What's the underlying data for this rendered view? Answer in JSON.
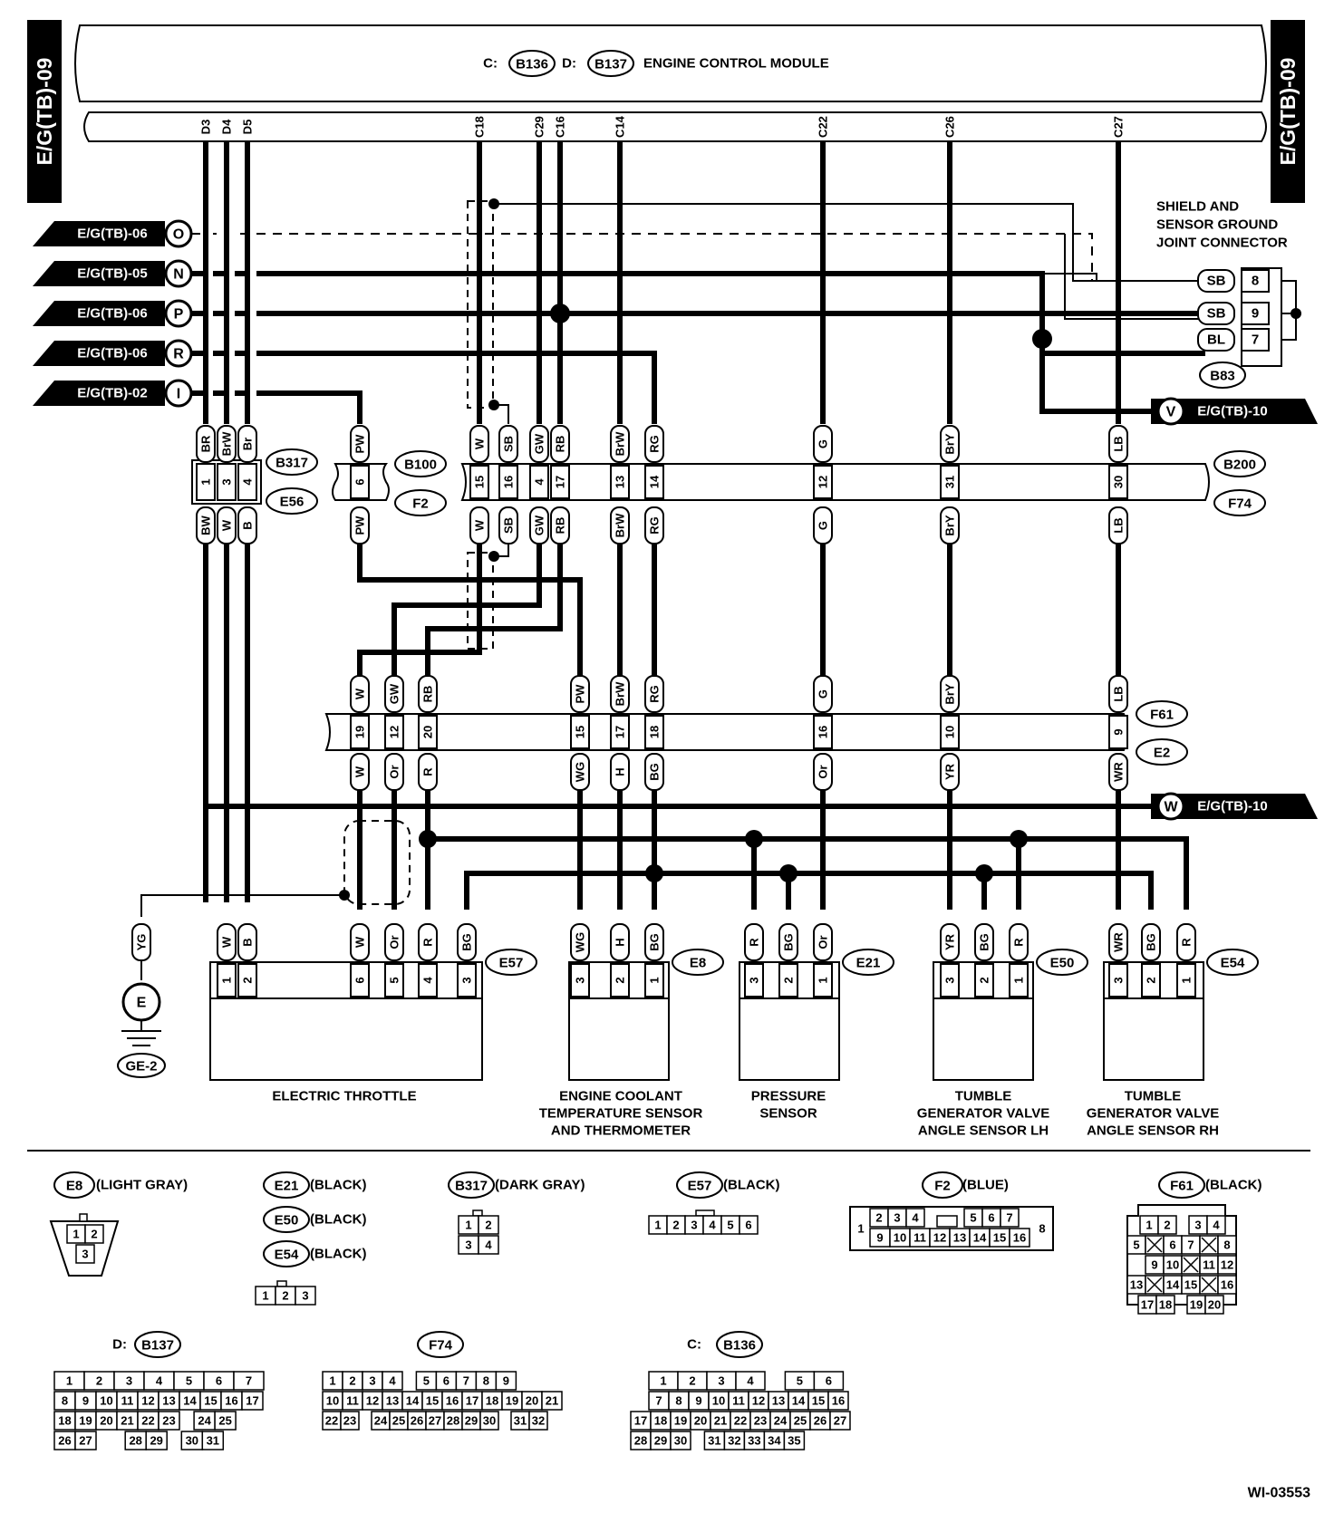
{
  "page_tab": "E/G(TB)-09",
  "ecm": {
    "prefix_c": "C:",
    "conn_c": "B136",
    "prefix_d": "D:",
    "conn_d": "B137",
    "title": "ENGINE CONTROL MODULE"
  },
  "ecm_pins": [
    "D3",
    "D4",
    "D5",
    "C18",
    "C29",
    "C16",
    "C14",
    "C22",
    "C26",
    "C27"
  ],
  "wire_colors_top": [
    "BR",
    "BrW",
    "Br",
    "W",
    "GW",
    "RB",
    "BrW",
    "G",
    "BrY",
    "LB"
  ],
  "left_refs": [
    {
      "page": "E/G(TB)-06",
      "letter": "O"
    },
    {
      "page": "E/G(TB)-05",
      "letter": "N"
    },
    {
      "page": "E/G(TB)-06",
      "letter": "P"
    },
    {
      "page": "E/G(TB)-06",
      "letter": "R"
    },
    {
      "page": "E/G(TB)-02",
      "letter": "I"
    }
  ],
  "right_refs": [
    {
      "page": "E/G(TB)-10",
      "letter": "V"
    },
    {
      "page": "E/G(TB)-10",
      "letter": "W"
    }
  ],
  "shield": {
    "title_lines": [
      "SHIELD AND",
      "SENSOR GROUND",
      "JOINT CONNECTOR"
    ],
    "connector": "B83",
    "pins": [
      {
        "color": "SB",
        "pin": "8"
      },
      {
        "color": "SB",
        "pin": "9"
      },
      {
        "color": "BL",
        "pin": "7"
      }
    ]
  },
  "b317": {
    "top": "B317",
    "bottom": "E56",
    "pins": [
      "1",
      "3",
      "4"
    ],
    "up": [
      "BR",
      "BrW",
      "Br"
    ],
    "down": [
      "BW",
      "W",
      "B"
    ]
  },
  "b100": {
    "top": "B100",
    "bottom": "F2",
    "pin": "6",
    "up": "PW",
    "down": "PW"
  },
  "b200": {
    "top": "B200",
    "bottom": "F74",
    "pins": [
      "15",
      "16",
      "4",
      "17",
      "13",
      "14",
      "12",
      "31",
      "30"
    ],
    "up": [
      "W",
      "SB",
      "GW",
      "RB",
      "BrW",
      "RG",
      "G",
      "BrY",
      "LB"
    ],
    "down": [
      "W",
      "SB",
      "GW",
      "RB",
      "BrW",
      "RG",
      "G",
      "BrY",
      "LB"
    ]
  },
  "f61": {
    "top": "F61",
    "bottom": "E2",
    "pins": [
      "19",
      "12",
      "20",
      "15",
      "17",
      "18",
      "16",
      "10",
      "9"
    ],
    "up": [
      "W",
      "GW",
      "RB",
      "PW",
      "BrW",
      "RG",
      "G",
      "BrY",
      "LB"
    ],
    "down": [
      "W",
      "Or",
      "R",
      "WG",
      "H",
      "BG",
      "Or",
      "YR",
      "WR"
    ]
  },
  "ground": {
    "wire": "YG",
    "symbol": "E",
    "label": "GE-2"
  },
  "components": [
    {
      "conn": "E57",
      "name_lines": [
        "ELECTRIC THROTTLE"
      ],
      "pins": [
        "1",
        "2",
        "6",
        "5",
        "4",
        "3"
      ],
      "wires": [
        "W",
        "B",
        "W",
        "Or",
        "R",
        "BG"
      ]
    },
    {
      "conn": "E8",
      "name_lines": [
        "ENGINE COOLANT",
        "TEMPERATURE SENSOR",
        "AND THERMOMETER"
      ],
      "pins": [
        "3",
        "2",
        "1"
      ],
      "wires": [
        "WG",
        "H",
        "BG"
      ]
    },
    {
      "conn": "E21",
      "name_lines": [
        "PRESSURE",
        "SENSOR"
      ],
      "pins": [
        "3",
        "2",
        "1"
      ],
      "wires": [
        "R",
        "BG",
        "Or"
      ]
    },
    {
      "conn": "E50",
      "name_lines": [
        "TUMBLE",
        "GENERATOR VALVE",
        "ANGLE SENSOR LH"
      ],
      "pins": [
        "3",
        "2",
        "1"
      ],
      "wires": [
        "YR",
        "BG",
        "R"
      ]
    },
    {
      "conn": "E54",
      "name_lines": [
        "TUMBLE",
        "GENERATOR VALVE",
        "ANGLE SENSOR RH"
      ],
      "pins": [
        "3",
        "2",
        "1"
      ],
      "wires": [
        "WR",
        "BG",
        "R"
      ]
    }
  ],
  "legend": {
    "e8": {
      "conn": "E8",
      "color": "(LIGHT GRAY)",
      "pins": [
        "1",
        "2",
        "3"
      ]
    },
    "e21": {
      "conn": "E21",
      "color": "(BLACK)"
    },
    "e50": {
      "conn": "E50",
      "color": "(BLACK)"
    },
    "e54": {
      "conn": "E54",
      "color": "(BLACK)",
      "pins": [
        "1",
        "2",
        "3"
      ]
    },
    "b317": {
      "conn": "B317",
      "color": "(DARK GRAY)",
      "rows": [
        [
          "1",
          "2"
        ],
        [
          "3",
          "4"
        ]
      ]
    },
    "e57": {
      "conn": "E57",
      "color": "(BLACK)",
      "pins": [
        "1",
        "2",
        "3",
        "4",
        "5",
        "6"
      ]
    },
    "f2": {
      "conn": "F2",
      "color": "(BLUE)",
      "left": "1",
      "right": "8",
      "row1": [
        "2",
        "3",
        "4",
        "",
        "5",
        "6",
        "7"
      ],
      "row2": [
        "9",
        "10",
        "11",
        "12",
        "13",
        "14",
        "15",
        "16"
      ]
    },
    "f61": {
      "conn": "F61",
      "color": "(BLACK)",
      "rows": [
        [
          "1",
          "2",
          "",
          "3",
          "4"
        ],
        [
          "5",
          "X",
          "6",
          "7",
          "X",
          "8"
        ],
        [
          "9",
          "10",
          "X",
          "11",
          "12"
        ],
        [
          "13",
          "X",
          "14",
          "15",
          "X",
          "16"
        ],
        [
          "17",
          "18",
          "",
          "19",
          "20"
        ]
      ]
    },
    "b137": {
      "prefix": "D:",
      "conn": "B137",
      "rows": [
        [
          "1",
          "2",
          "3",
          "4",
          "5",
          "6",
          "7"
        ],
        [
          "8",
          "9",
          "10",
          "11",
          "12",
          "13",
          "14",
          "15",
          "16",
          "17"
        ],
        [
          "18",
          "19",
          "20",
          "21",
          "22",
          "23",
          "",
          "24",
          "25"
        ],
        [
          "26",
          "27",
          "",
          "",
          "28",
          "29",
          "",
          "30",
          "31"
        ]
      ]
    },
    "f74": {
      "conn": "F74",
      "rows": [
        [
          "1",
          "2",
          "3",
          "4",
          "",
          "5",
          "6",
          "7",
          "8",
          "9"
        ],
        [
          "10",
          "11",
          "12",
          "13",
          "14",
          "15",
          "16",
          "17",
          "18",
          "19",
          "20",
          "21"
        ],
        [
          "22",
          "23",
          "",
          "24",
          "25",
          "26",
          "27",
          "28",
          "29",
          "30",
          "",
          "31",
          "32"
        ]
      ]
    },
    "b136": {
      "prefix": "C:",
      "conn": "B136",
      "rows": [
        [
          "1",
          "2",
          "3",
          "4",
          "",
          "5",
          "6"
        ],
        [
          "7",
          "8",
          "9",
          "10",
          "11",
          "12",
          "13",
          "14",
          "15",
          "16"
        ],
        [
          "17",
          "18",
          "19",
          "20",
          "21",
          "22",
          "23",
          "24",
          "25",
          "26",
          "27"
        ],
        [
          "28",
          "29",
          "30",
          "",
          "31",
          "32",
          "33",
          "34",
          "35"
        ]
      ]
    }
  },
  "doc_id": "WI-03553"
}
